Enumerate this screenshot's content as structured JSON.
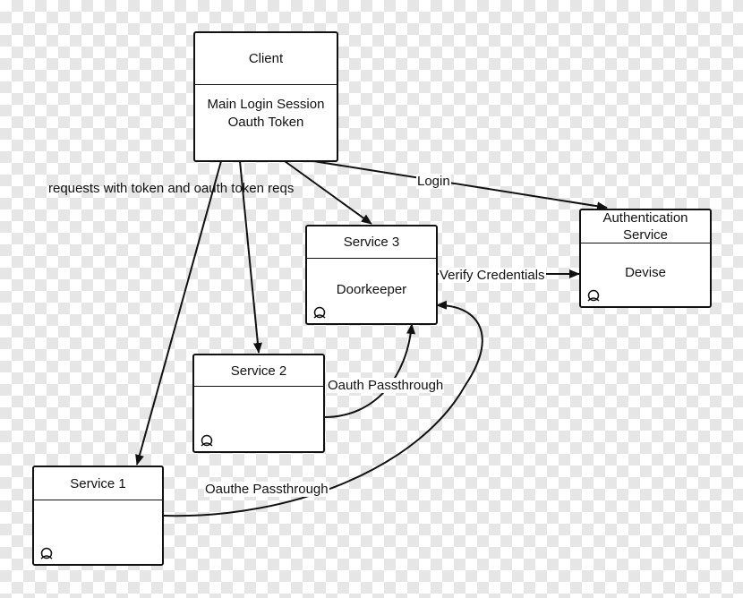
{
  "nodes": {
    "client": {
      "title": "Client",
      "line1": "Main Login Session",
      "line2": "Oauth Token"
    },
    "auth": {
      "title": "Authentication Service",
      "body": "Devise"
    },
    "service3": {
      "title": "Service 3",
      "body": "Doorkeeper"
    },
    "service2": {
      "title": "Service 2"
    },
    "service1": {
      "title": "Service 1"
    }
  },
  "edges": {
    "requests": "requests with token and oauth token reqs",
    "login": "Login",
    "verify": "Verify Credentials",
    "oauth_passthrough": "Oauth Passthrough",
    "oauthe_passthrough": "Oauthe Passthrough"
  },
  "icons": {
    "node_icon": "user-icon"
  },
  "colors": {
    "line": "#111111",
    "background": "#ffffff"
  }
}
